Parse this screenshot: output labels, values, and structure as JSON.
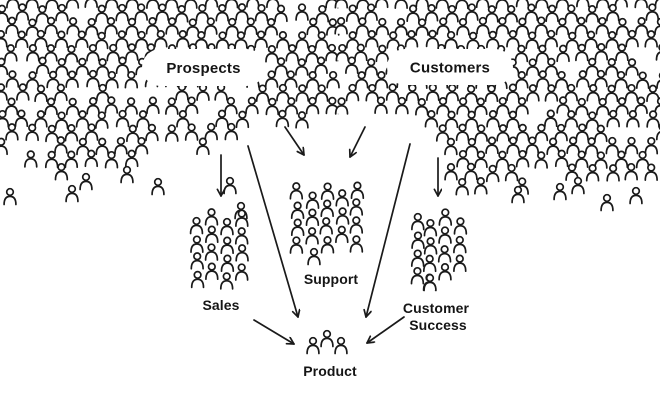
{
  "diagram": {
    "type": "crowd-funnel",
    "background_color": "#ffffff",
    "ink_color": "#1a1a1a",
    "icon_glyph": "person-outline-icon"
  },
  "labels": {
    "prospects": "Prospects",
    "customers": "Customers",
    "sales": "Sales",
    "support": "Support",
    "customer_success_line1": "Customer",
    "customer_success_line2": "Success",
    "product": "Product"
  },
  "nodes": [
    {
      "id": "prospects",
      "label": "Prospects",
      "kind": "crowd-large"
    },
    {
      "id": "customers",
      "label": "Customers",
      "kind": "crowd-large"
    },
    {
      "id": "sales",
      "label": "Sales",
      "kind": "team-small"
    },
    {
      "id": "support",
      "label": "Support",
      "kind": "team-small"
    },
    {
      "id": "customer-success",
      "label": "Customer Success",
      "kind": "team-small"
    },
    {
      "id": "product",
      "label": "Product",
      "kind": "team-tiny"
    }
  ],
  "edges": [
    {
      "from": "prospects",
      "to": "sales"
    },
    {
      "from": "prospects",
      "to": "support"
    },
    {
      "from": "prospects",
      "to": "product"
    },
    {
      "from": "customers",
      "to": "support"
    },
    {
      "from": "customers",
      "to": "customer-success"
    },
    {
      "from": "customers",
      "to": "product"
    },
    {
      "from": "sales",
      "to": "product"
    },
    {
      "from": "customer-success",
      "to": "product"
    }
  ]
}
